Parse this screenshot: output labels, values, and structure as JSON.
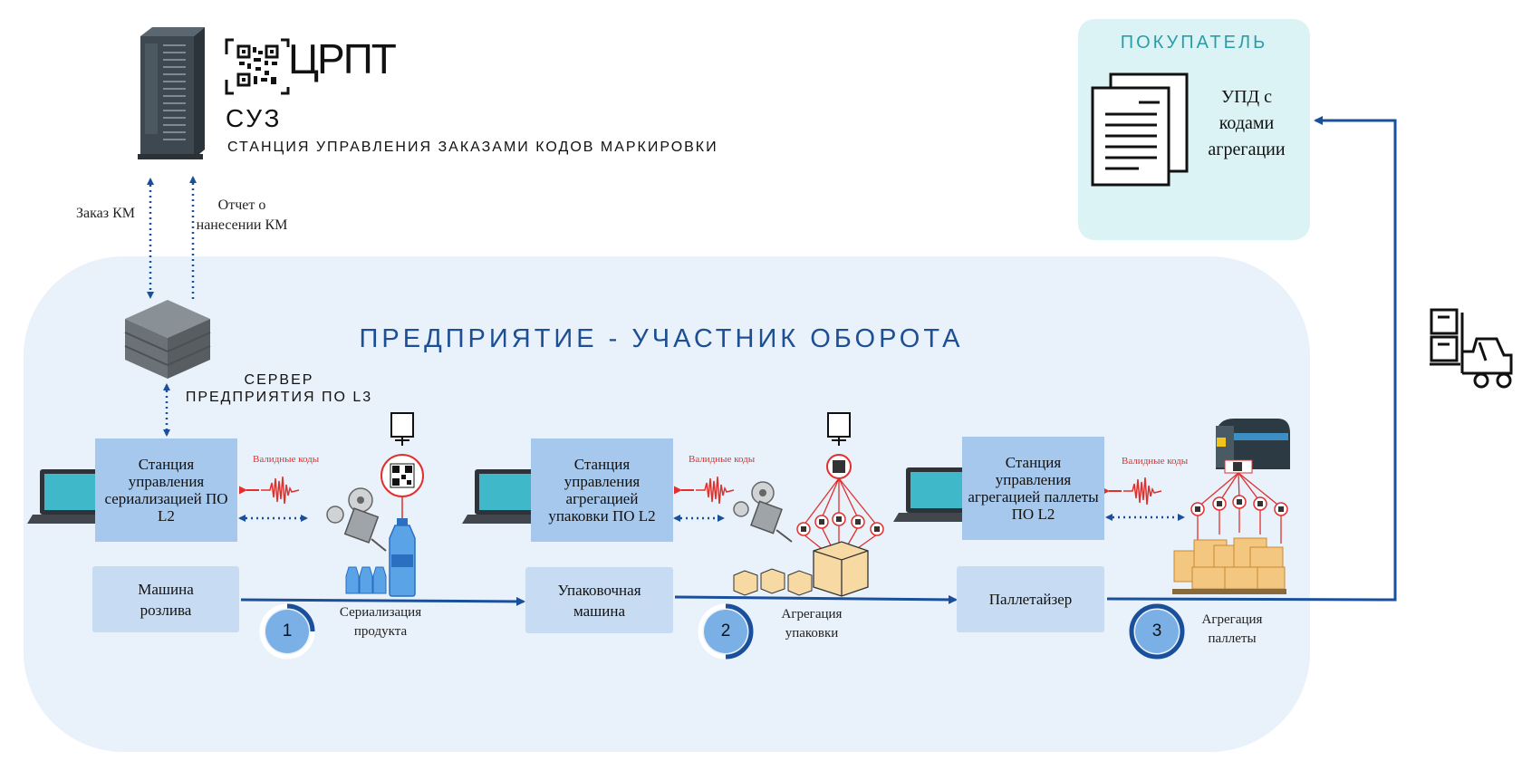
{
  "suz": {
    "logo_text": "ЦРПТ",
    "title": "СУЗ",
    "subtitle": "СТАНЦИЯ УПРАВЛЕНИЯ ЗАКАЗАМИ КОДОВ МАРКИРОВКИ"
  },
  "links": {
    "order_km": "Заказ КМ",
    "report_km": "Отчет о нанесении КМ"
  },
  "buyer": {
    "title": "ПОКУПАТЕЛЬ",
    "document": "УПД с кодами агрегации"
  },
  "enterprise": {
    "title": "ПРЕДПРИЯТИЕ - УЧАСТНИК ОБОРОТА",
    "server_label": "СЕРВЕР ПРЕДПРИЯТИЯ ПО L3"
  },
  "stations": [
    {
      "label": "Станция управления сериализацией ПО L2",
      "valid_codes": "Валидные коды"
    },
    {
      "label": "Станция управления агрегацией упаковки ПО L2",
      "valid_codes": "Валидные коды"
    },
    {
      "label": "Станция управления агрегацией паллеты ПО L2",
      "valid_codes": "Валидные коды"
    }
  ],
  "machines": [
    {
      "label": "Машина розлива"
    },
    {
      "label": "Упаковочная машина"
    },
    {
      "label": "Паллетайзер"
    }
  ],
  "steps": [
    {
      "number": "1",
      "label": "Сериализация продукта"
    },
    {
      "number": "2",
      "label": "Агрегация упаковки"
    },
    {
      "number": "3",
      "label": "Агрегация паллеты"
    }
  ],
  "colors": {
    "enterprise_bg": "#e9f1fa",
    "buyer_bg": "#dcf3f6",
    "station": "#a6c8ec",
    "machine": "#c7dcf2",
    "flow_arrow": "#1a4f9c",
    "valid_codes": "#e0302e",
    "title_blue": "#1d4f95",
    "buyer_title": "#2a9ea8"
  },
  "icons": [
    "tower-server-icon",
    "qr-code-icon",
    "rack-server-icon",
    "laptop-icon",
    "scanner-icon",
    "labeler-icon",
    "bottle-icon",
    "box-icon",
    "pallet-icon",
    "label-printer-icon",
    "documents-icon",
    "forklift-icon"
  ]
}
